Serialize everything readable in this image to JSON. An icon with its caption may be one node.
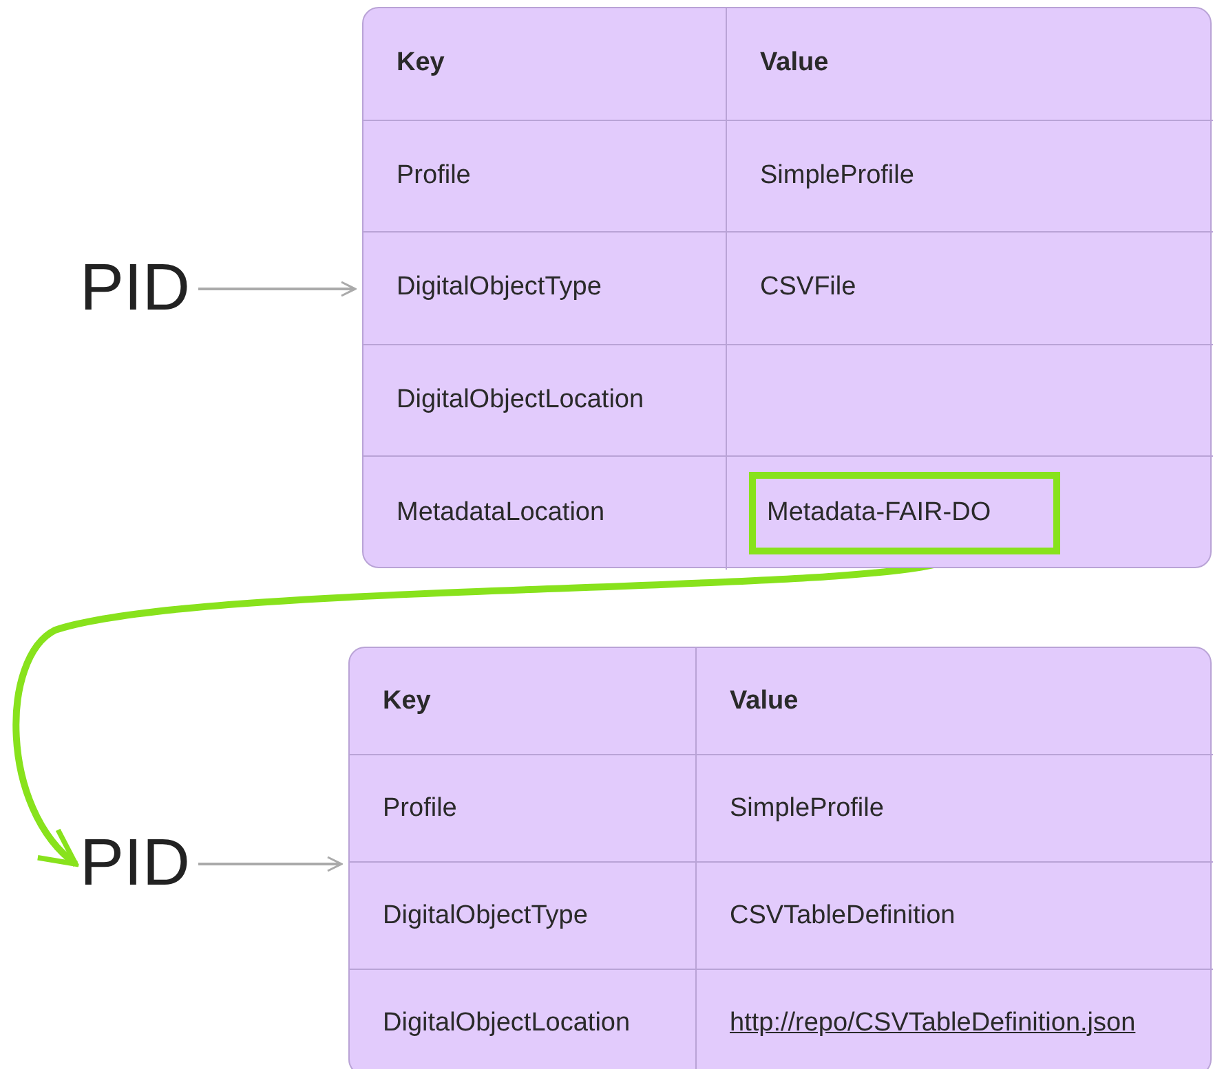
{
  "diagram": {
    "nodes": [
      {
        "text": [
          "PID"
        ]
      },
      {
        "text": [
          "Key",
          "Value",
          "Profile",
          "SimpleProfile",
          "DigitalObjectType",
          "CSVFile",
          "DigitalObjectLocation",
          "MetadataLocation"
        ]
      },
      {
        "text": [
          "Metadata-FAIR-DO"
        ],
        "in": 1
      },
      {
        "text": [
          "PID"
        ]
      },
      {
        "text": [
          "Key",
          "Value",
          "Profile",
          "SimpleProfile",
          "DigitalObjectType",
          "CSVTableDefinition",
          "DigitalObjectLocation",
          "http://repo/CSVTableDefinition.json"
        ]
      }
    ],
    "edges": [
      {
        "from": 0,
        "to": 1,
        "arrow": "to"
      },
      {
        "from": 2,
        "to": 3,
        "arrow": "to",
        "style": "thick",
        "color": "#88e21c"
      },
      {
        "from": 3,
        "to": 4,
        "arrow": "to"
      }
    ]
  }
}
